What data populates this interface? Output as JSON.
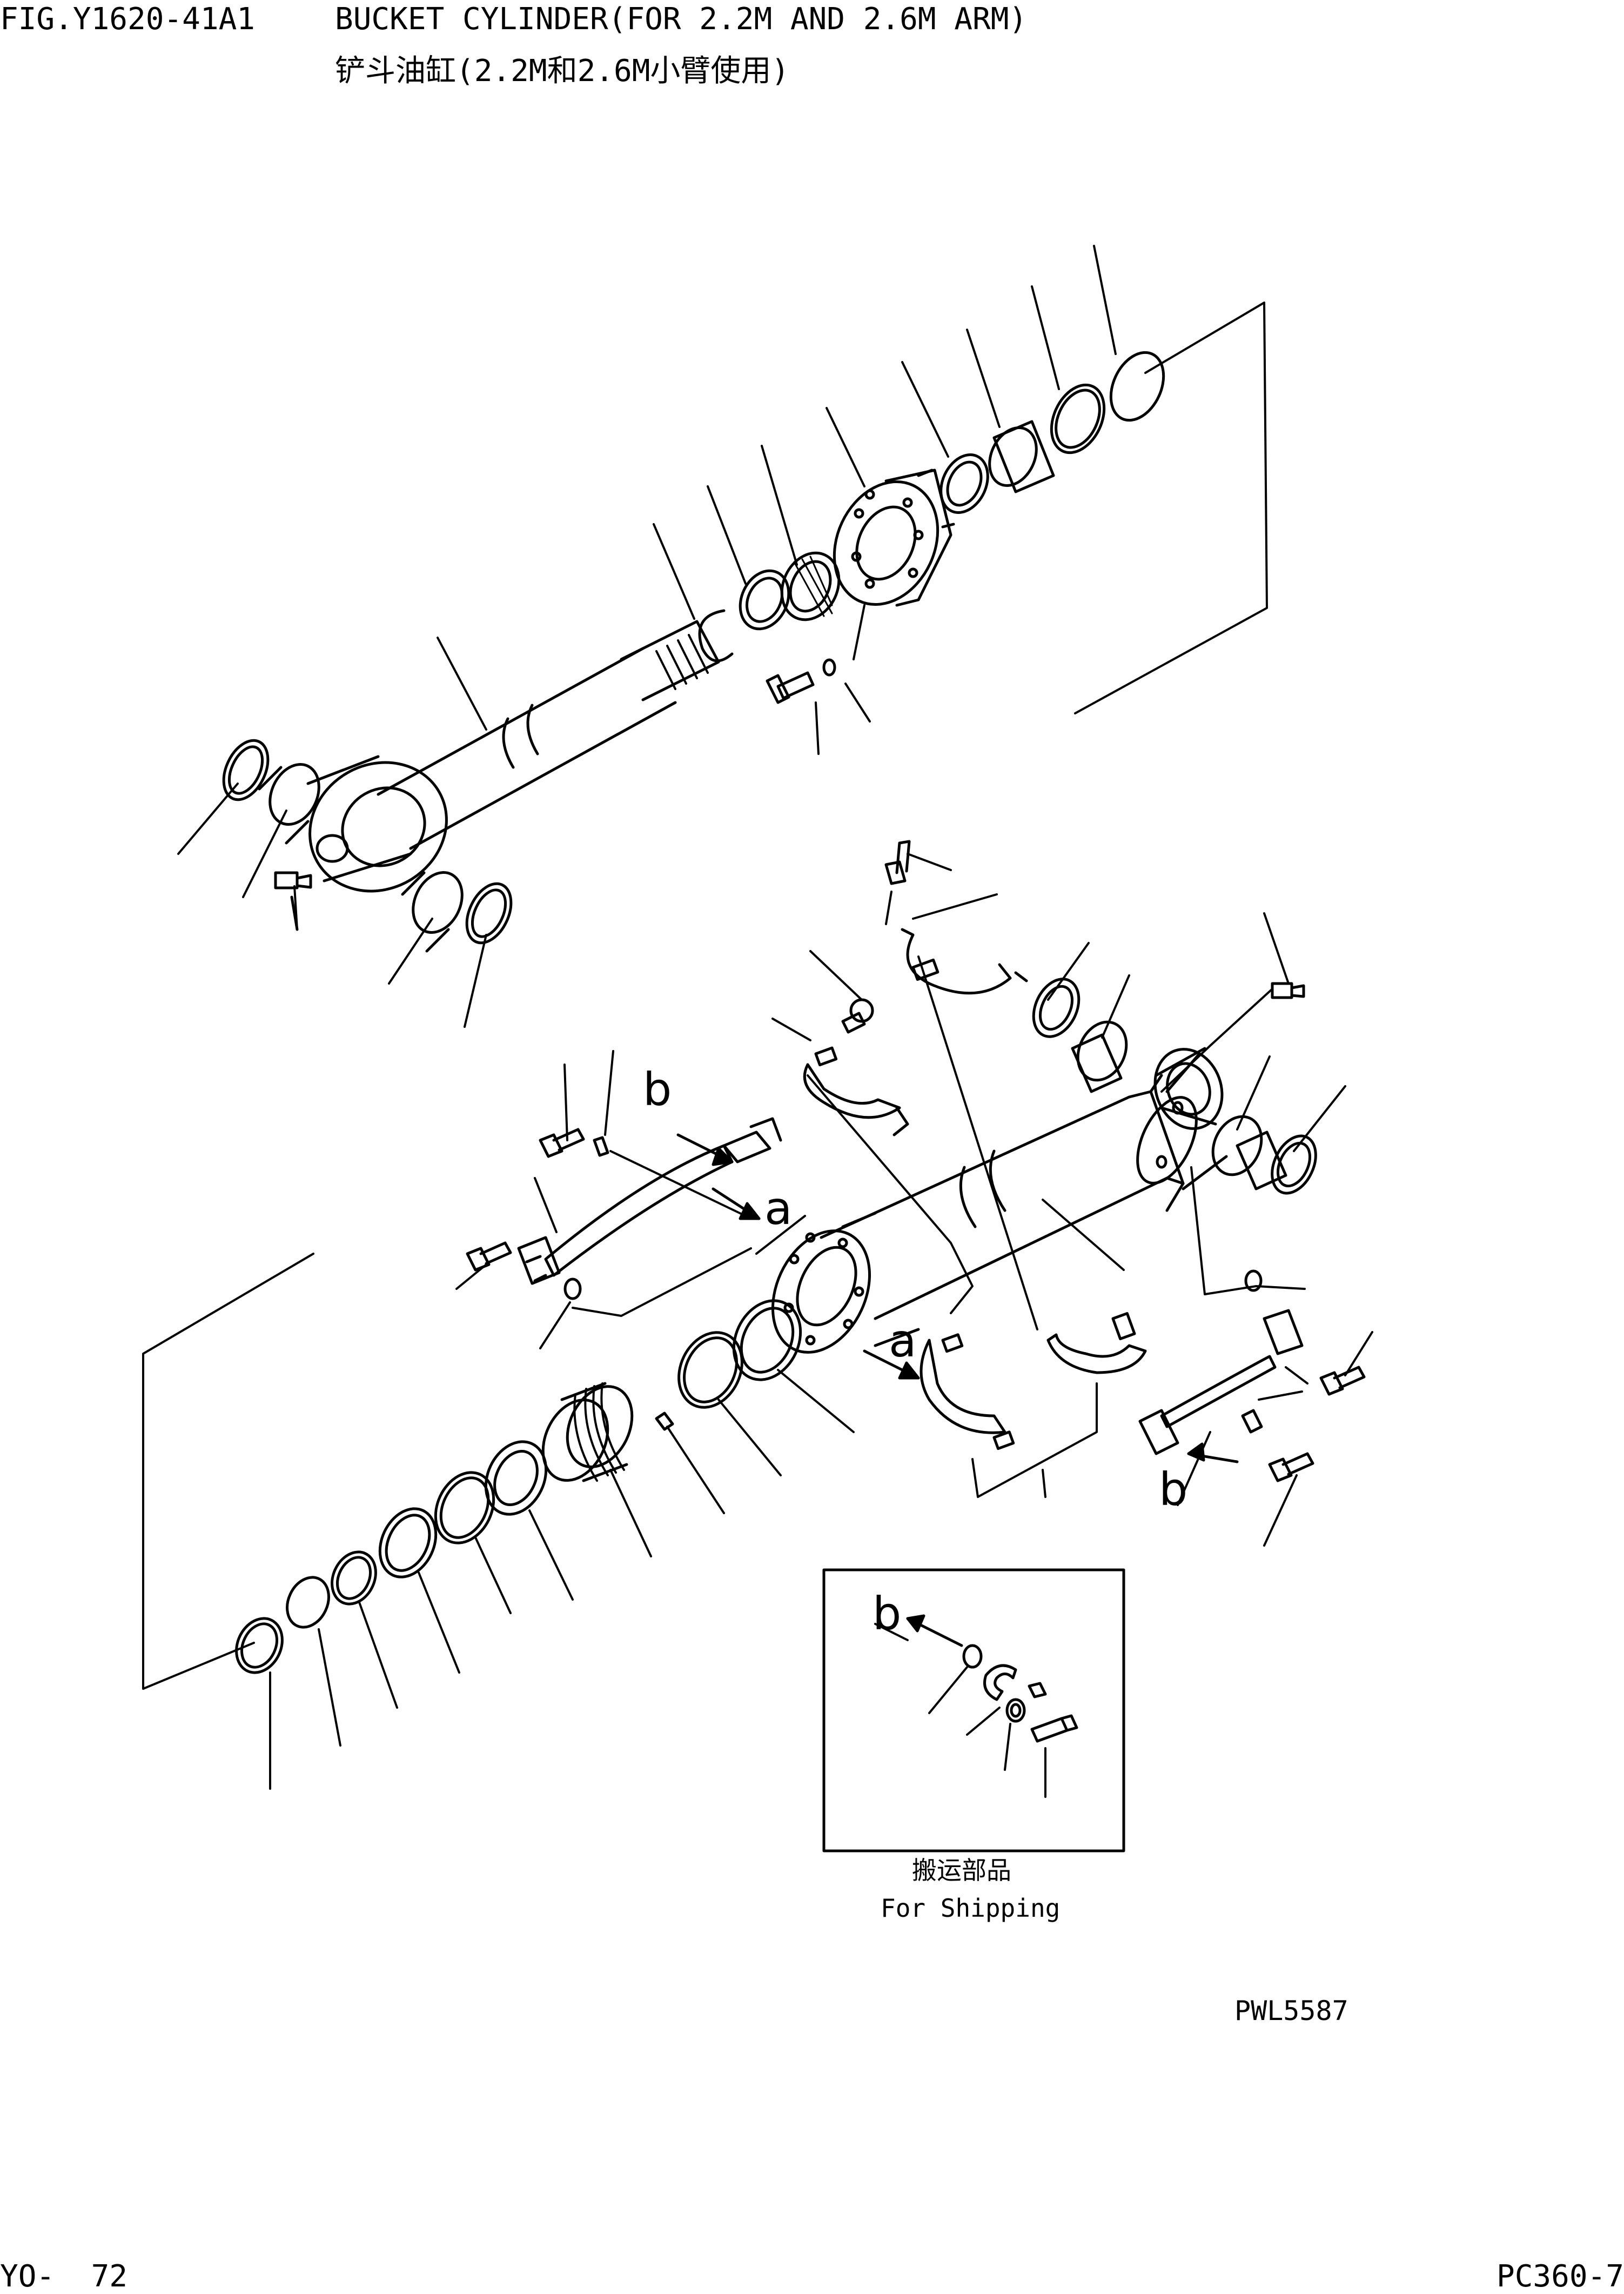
{
  "header": {
    "fig_number": "FIG.Y1620-41A1",
    "title_en": "BUCKET CYLINDER(FOR 2.2M AND 2.6M ARM)",
    "title_zh": "铲斗油缸(2.2M和2.6M小臂使用)"
  },
  "callouts": {
    "a": "a",
    "b": "b"
  },
  "shipping_box": {
    "label_zh": "搬运部品",
    "label_en": "For Shipping"
  },
  "drawing_code": "PWL5587",
  "footer": {
    "page": "YO-  72",
    "model": "PC360-7"
  }
}
